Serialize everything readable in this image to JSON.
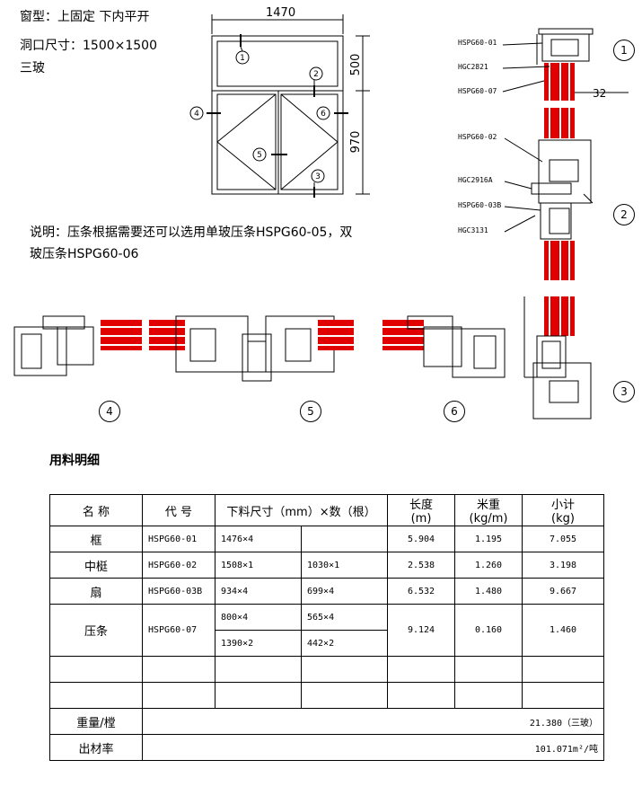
{
  "header": {
    "window_type": "窗型：上固定 下内平开",
    "opening_size": "洞口尺寸：1500×1500",
    "glass": "三玻"
  },
  "elevation": {
    "width": "1470",
    "top_height": "500",
    "bottom_height": "970",
    "markers": [
      "1",
      "2",
      "3",
      "4",
      "5",
      "6"
    ]
  },
  "note": {
    "line1": "说明：压条根据需要还可以选用单玻压条HSPG60-05，双",
    "line2": "玻压条HSPG60-06"
  },
  "section_labels": {
    "s1_a": "HSPG60-01",
    "s1_b": "HGC2821",
    "s1_c": "HSPG60-07",
    "s1_dim": "32",
    "s2_a": "HSPG60-02",
    "s2_b": "HGC2916A",
    "s2_c": "HSPG60-03B",
    "s2_d": "HGC3131"
  },
  "section_numbers": [
    "1",
    "2",
    "3",
    "4",
    "5",
    "6"
  ],
  "table_title": "用料明细",
  "table": {
    "headers": {
      "name": "名  称",
      "code": "代  号",
      "cut": "下料尺寸（mm）×数（根）",
      "length": "长度\n(m)",
      "unit_weight": "米重\n(kg/m)",
      "subtotal": "小计\n(kg)"
    },
    "rows": [
      {
        "name": "框",
        "code": "HSPG60-01",
        "cut1": "1476×4",
        "cut2": "",
        "length": "5.904",
        "unit_weight": "1.195",
        "subtotal": "7.055"
      },
      {
        "name": "中梃",
        "code": "HSPG60-02",
        "cut1": "1508×1",
        "cut2": "1030×1",
        "length": "2.538",
        "unit_weight": "1.260",
        "subtotal": "3.198"
      },
      {
        "name": "扇",
        "code": "HSPG60-03B",
        "cut1": "934×4",
        "cut2": "699×4",
        "length": "6.532",
        "unit_weight": "1.480",
        "subtotal": "9.667"
      }
    ],
    "bead": {
      "name": "压条",
      "code": "HSPG60-07",
      "cut_a1": "800×4",
      "cut_a2": "565×4",
      "cut_b1": "1390×2",
      "cut_b2": "442×2",
      "length": "9.124",
      "unit_weight": "0.160",
      "subtotal": "1.460"
    },
    "weight_label": "重量/樘",
    "weight_value": "21.380（三玻）",
    "yield_label": "出材率",
    "yield_value": "101.071m²/吨"
  },
  "colors": {
    "glass_red": "#e00000",
    "line": "#000000"
  }
}
